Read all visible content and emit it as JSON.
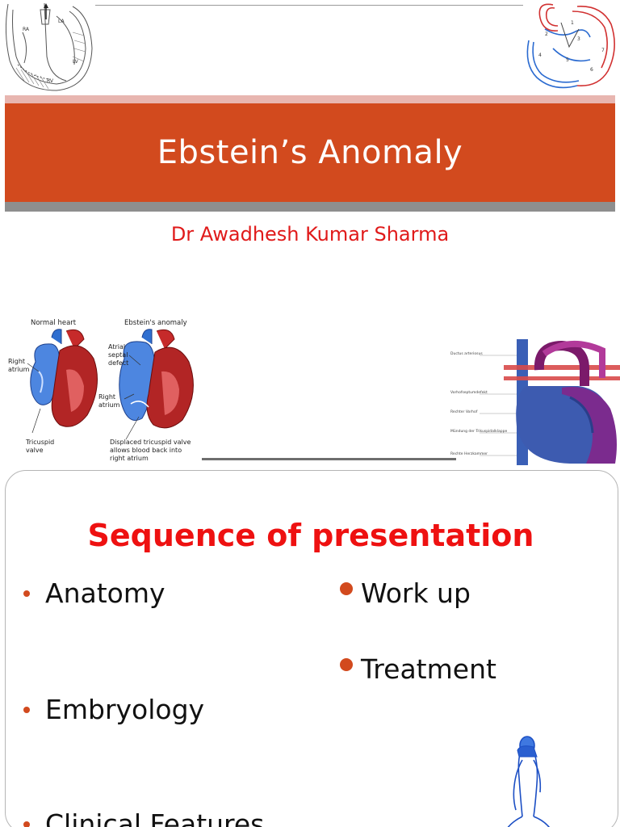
{
  "slide1": {
    "title": "Ebstein’s Anomaly",
    "author": "Dr Awadhesh Kumar Sharma",
    "sketch_left_labels": [
      "RA",
      "LA",
      "LV",
      "RV"
    ],
    "sketch_right_labels": [
      "2",
      "1",
      "3",
      "4",
      "5",
      "6",
      "7"
    ],
    "comparison_figure": {
      "normal_title": "Normal heart",
      "ebstein_title": "Ebstein's anomaly",
      "labels": [
        "Right",
        "atrium",
        "Tricuspid",
        "valve",
        "Atrial",
        "septal",
        "defect",
        "Right",
        "atrium",
        "Displaced tricuspid valve",
        "allows blood back into",
        "right atrium"
      ]
    },
    "circulation_figure": {
      "labels": [
        "Ductus arteriosus",
        "Vorhofseptumdefekt",
        "Rechter Vorhof",
        "Mündung der Trikuspidalklappe",
        "Rechte Herzkammer"
      ]
    },
    "colors": {
      "title_band": "#d24a1e",
      "pink_band": "#e8b6b0",
      "grey_band": "#8e8e8e",
      "author_text": "#e01a1a"
    }
  },
  "slide2": {
    "title": "Sequence of presentation",
    "left_items": [
      "Anatomy",
      "Embryology",
      "Clinical Features"
    ],
    "right_items": [
      "Work up",
      "Treatment"
    ],
    "colors": {
      "title": "#ee1111",
      "bullet": "#d24a1e"
    }
  }
}
